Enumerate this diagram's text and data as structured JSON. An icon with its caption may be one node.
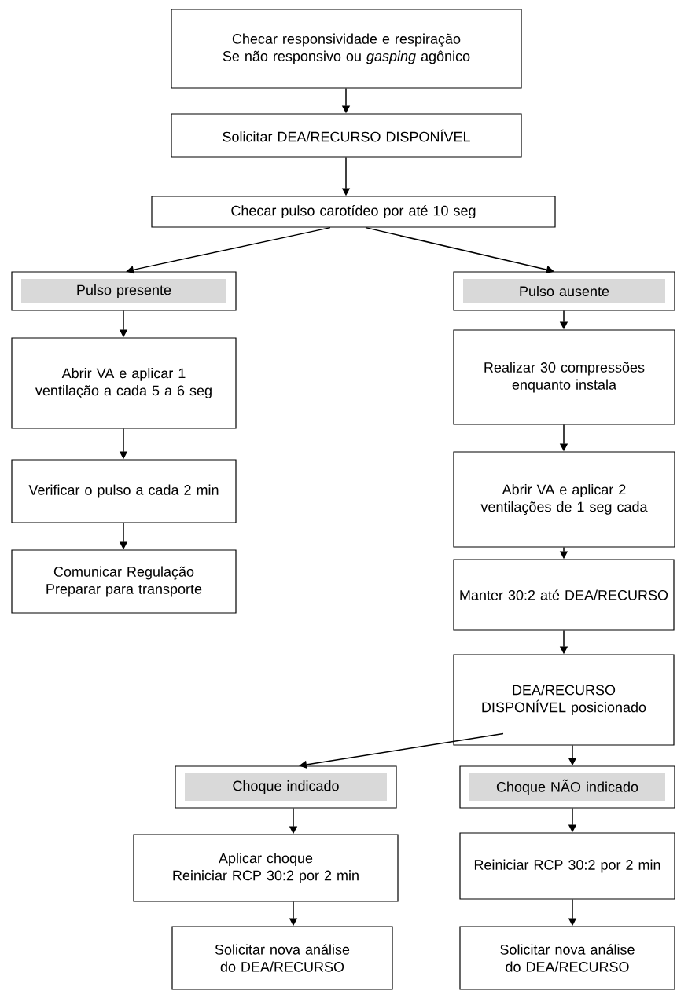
{
  "diagram": {
    "nodes": [
      {
        "text": [
          "Checar responsividade e respiração",
          "Se não responsivo ou *gasping* agônico"
        ]
      },
      {
        "text": [
          "Solicitar DEA/RECURSO DISPONÍVEL"
        ]
      },
      {
        "text": [
          "Checar pulso carotídeo por até 10 seg"
        ]
      },
      {
        "text": [
          "Pulso presente"
        ]
      },
      {
        "text": [
          "Pulso ausente"
        ]
      },
      {
        "text": [
          "Abrir VA e aplicar 1 ventilação a cada 5 a 6 seg"
        ]
      },
      {
        "text": [
          "Realizar 30 compressões enquanto instala"
        ]
      },
      {
        "text": [
          "Verificar o pulso a cada 2 min"
        ]
      },
      {
        "text": [
          "Abrir VA e aplicar 2 ventilações de 1 seg cada"
        ]
      },
      {
        "text": [
          "Comunicar Regulação",
          "Preparar para transporte"
        ]
      },
      {
        "text": [
          "Manter 30:2 até DEA/RECURSO"
        ]
      },
      {
        "text": [
          "DEA/RECURSO DISPONÍVEL posicionado"
        ]
      },
      {
        "text": [
          "Choque indicado"
        ]
      },
      {
        "text": [
          "Choque NÃO indicado"
        ]
      },
      {
        "text": [
          "Aplicar choque",
          "Reiniciar RCP 30:2 por 2 min"
        ]
      },
      {
        "text": [
          "Reiniciar RCP 30:2 por 2 min"
        ]
      },
      {
        "text": [
          "Solicitar nova análise do DEA/RECURSO"
        ]
      },
      {
        "text": [
          "Solicitar nova análise do DEA/RECURSO"
        ]
      }
    ],
    "edges": [
      {
        "from": 0,
        "to": 1,
        "arrow": "to"
      },
      {
        "from": 1,
        "to": 2,
        "arrow": "to"
      },
      {
        "from": 2,
        "to": 3,
        "arrow": "to"
      },
      {
        "from": 2,
        "to": 4,
        "arrow": "to"
      },
      {
        "from": 3,
        "to": 5,
        "arrow": "to"
      },
      {
        "from": 5,
        "to": 7,
        "arrow": "to"
      },
      {
        "from": 7,
        "to": 9,
        "arrow": "to"
      },
      {
        "from": 4,
        "to": 6,
        "arrow": "to"
      },
      {
        "from": 6,
        "to": 8,
        "arrow": "to"
      },
      {
        "from": 8,
        "to": 10,
        "arrow": "to"
      },
      {
        "from": 10,
        "to": 11,
        "arrow": "to"
      },
      {
        "from": 11,
        "to": 12,
        "arrow": "to"
      },
      {
        "from": 11,
        "to": 13,
        "arrow": "to"
      },
      {
        "from": 12,
        "to": 14,
        "arrow": "to"
      },
      {
        "from": 14,
        "to": 16,
        "arrow": "to"
      },
      {
        "from": 13,
        "to": 15,
        "arrow": "to"
      },
      {
        "from": 15,
        "to": 17,
        "arrow": "to"
      }
    ]
  }
}
